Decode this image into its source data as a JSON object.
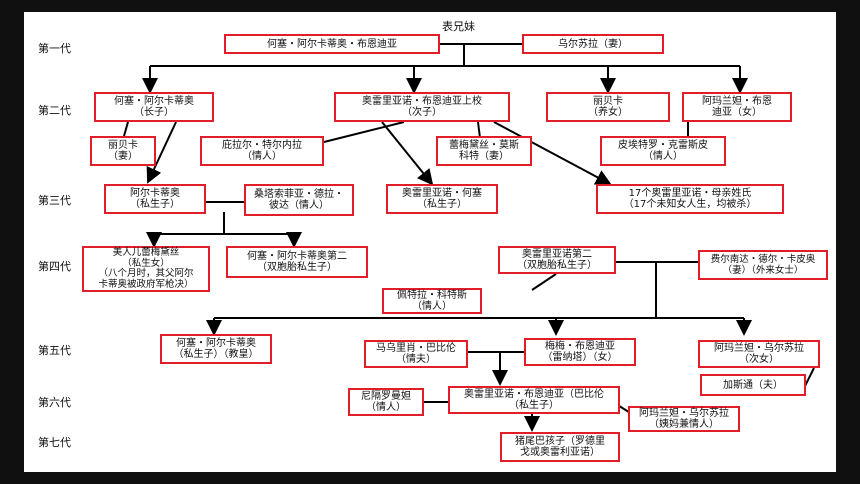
{
  "generations": [
    "第一代",
    "第二代",
    "第三代",
    "第四代",
    "第五代",
    "第六代",
    "第七代"
  ],
  "header_label": "表兄妹",
  "nodes": {
    "g1_jose": "何塞・阿尔卡蒂奥・布恩迪亚",
    "g1_ursula": "乌尔苏拉（妻）",
    "g2_jose": "何塞・阿尔卡蒂奥\n（长子）",
    "g2_aureliano": "奥雷里亚诺・布恩迪亚上校\n（次子）",
    "g2_rebeca": "丽贝卡\n（养女）",
    "g2_amaranta": "阿玛兰妲・布恩\n迪亚（女）",
    "g2_rebeca_wife": "丽贝卡\n（妻）",
    "g2_pilar": "庇拉尔・特尔内拉\n（情人）",
    "g2_remedios": "蕾梅黛丝・莫斯\n科特（妻）",
    "g2_pietro": "皮埃特罗・克雷斯皮\n（情人）",
    "g3_arcadio": "阿尔卡蒂奥\n（私生子）",
    "g3_santa": "桑塔索菲亚・德拉・\n彼达（情人）",
    "g3_aureliano_jose": "奥雷里亚诺・何塞\n（私生子）",
    "g3_17": "17个奥雷里亚诺・母亲姓氏\n（17个未知女人生，均被杀）",
    "g4_remedios": "美人儿蕾梅黛丝\n（私生女）\n（八个月时，其父阿尔\n卡蒂奥被政府军枪决）",
    "g4_jose2": "何塞・阿尔卡蒂奥第二\n（双胞胎私生子）",
    "g4_aureliano2": "奥雷里亚诺第二\n（双胞胎私生子）",
    "g4_fernanda": "费尔南达・德尔・卡皮奥\n（妻）（外来女士）",
    "g4_petra": "佩特拉・科特斯\n（情人）",
    "g5_jose": "何塞・阿尔卡蒂奥\n（私生子）（教皇）",
    "g5_mauricio": "马乌里肖・巴比伦\n（情夫）",
    "g5_meme": "梅梅・布恩迪亚\n（雷纳塔）（女）",
    "g5_amaranta": "阿玛兰妲・乌尔苏拉\n（次女）",
    "g5_gaston": "加斯通（夫）",
    "g6_nigromanta": "尼隔罗曼妲\n（情人）",
    "g6_aureliano": "奥雷里亚诺・布恩迪亚（巴比伦\n（私生子）",
    "g6_amaranta": "阿玛兰妲・乌尔苏拉\n（姨妈兼情人）",
    "g7_pig": "猪尾巴孩子（罗德里\n戈或奥雷利亚诺）"
  },
  "colors": {
    "box_border": "#e11d2a",
    "line": "#000000",
    "frame": "#101010"
  }
}
